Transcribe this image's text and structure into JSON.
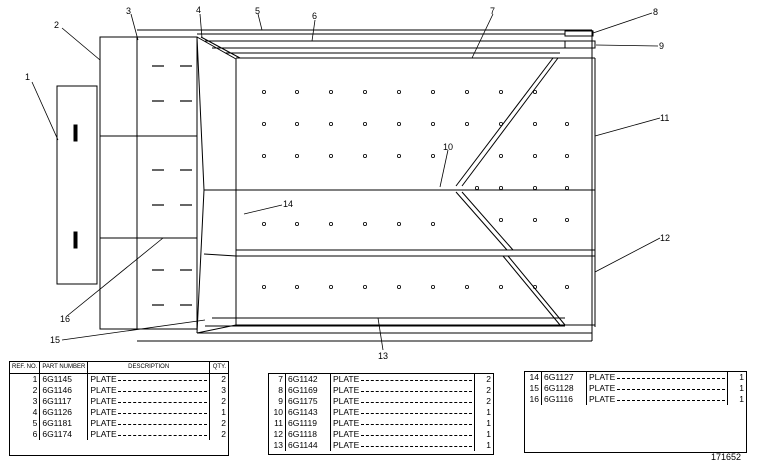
{
  "drawing_number": "171652",
  "callouts": [
    "1",
    "2",
    "3",
    "4",
    "5",
    "6",
    "7",
    "8",
    "9",
    "10",
    "11",
    "12",
    "13",
    "14",
    "15",
    "16"
  ],
  "table_headers": {
    "ref_no": "REF. NO.",
    "part_number": "PART NUMBER",
    "description": "DESCRIPTION",
    "qty": "QTY."
  },
  "parts_table_1": [
    {
      "ref": "1",
      "part": "6G1145",
      "desc": "PLATE",
      "qty": "2"
    },
    {
      "ref": "2",
      "part": "6G1146",
      "desc": "PLATE",
      "qty": "3"
    },
    {
      "ref": "3",
      "part": "6G1117",
      "desc": "PLATE",
      "qty": "2"
    },
    {
      "ref": "4",
      "part": "6G1126",
      "desc": "PLATE",
      "qty": "1"
    },
    {
      "ref": "5",
      "part": "6G1181",
      "desc": "PLATE",
      "qty": "2"
    },
    {
      "ref": "6",
      "part": "6G1174",
      "desc": "PLATE",
      "qty": "2"
    }
  ],
  "parts_table_2": [
    {
      "ref": "7",
      "part": "6G1142",
      "desc": "PLATE",
      "qty": "2"
    },
    {
      "ref": "8",
      "part": "6G1169",
      "desc": "PLATE",
      "qty": "2"
    },
    {
      "ref": "9",
      "part": "6G1175",
      "desc": "PLATE",
      "qty": "2"
    },
    {
      "ref": "10",
      "part": "6G1143",
      "desc": "PLATE",
      "qty": "1"
    },
    {
      "ref": "11",
      "part": "6G1119",
      "desc": "PLATE",
      "qty": "1"
    },
    {
      "ref": "12",
      "part": "6G1118",
      "desc": "PLATE",
      "qty": "1"
    },
    {
      "ref": "13",
      "part": "6G1144",
      "desc": "PLATE",
      "qty": "1"
    }
  ],
  "parts_table_3": [
    {
      "ref": "14",
      "part": "6G1127",
      "desc": "PLATE",
      "qty": "1"
    },
    {
      "ref": "15",
      "part": "6G1128",
      "desc": "PLATE",
      "qty": "1"
    },
    {
      "ref": "16",
      "part": "6G1116",
      "desc": "PLATE",
      "qty": "1"
    }
  ]
}
